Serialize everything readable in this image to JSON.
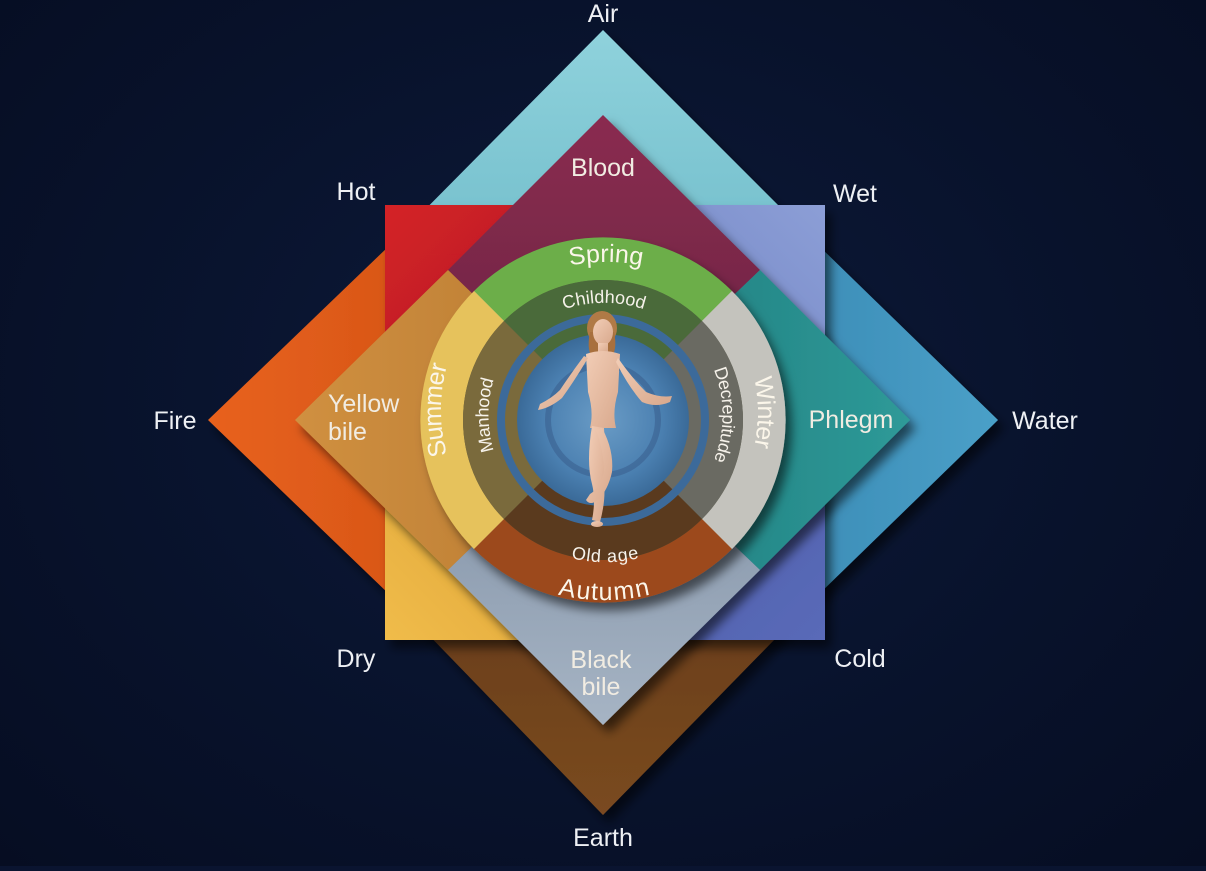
{
  "elements": {
    "top": "Air",
    "left": "Fire",
    "right": "Water",
    "bottom": "Earth"
  },
  "qualities": {
    "top_left": "Hot",
    "top_right": "Wet",
    "bottom_left": "Dry",
    "bottom_right": "Cold"
  },
  "humors": {
    "top": "Blood",
    "left_line1": "Yellow",
    "left_line2": "bile",
    "right": "Phlegm",
    "bottom_line1": "Black",
    "bottom_line2": "bile"
  },
  "seasons": {
    "top": "Spring",
    "left": "Summer",
    "right": "Winter",
    "bottom": "Autumn"
  },
  "ages": {
    "top": "Childhood",
    "left": "Manhood",
    "right": "Decrepitude",
    "bottom": "Old age"
  },
  "colors": {
    "background": "#0a1430",
    "air": "#7cc4cf",
    "fire": "#d94f12",
    "water": "#3c8bb4",
    "earth": "#6a3e1c",
    "hot": "#c8202a",
    "wet": "#7f93cf",
    "dry": "#e2a83a",
    "cold": "#5667b7",
    "blood": "#7c2a4c",
    "yellow_bile": "#c98a3a",
    "phlegm": "#2a8a8c",
    "black_bile": "#8a9bb0",
    "spring": "#6fb04a",
    "summer": "#e8c25a",
    "winter": "#c2c2bc",
    "autumn": "#9e4a1c"
  }
}
